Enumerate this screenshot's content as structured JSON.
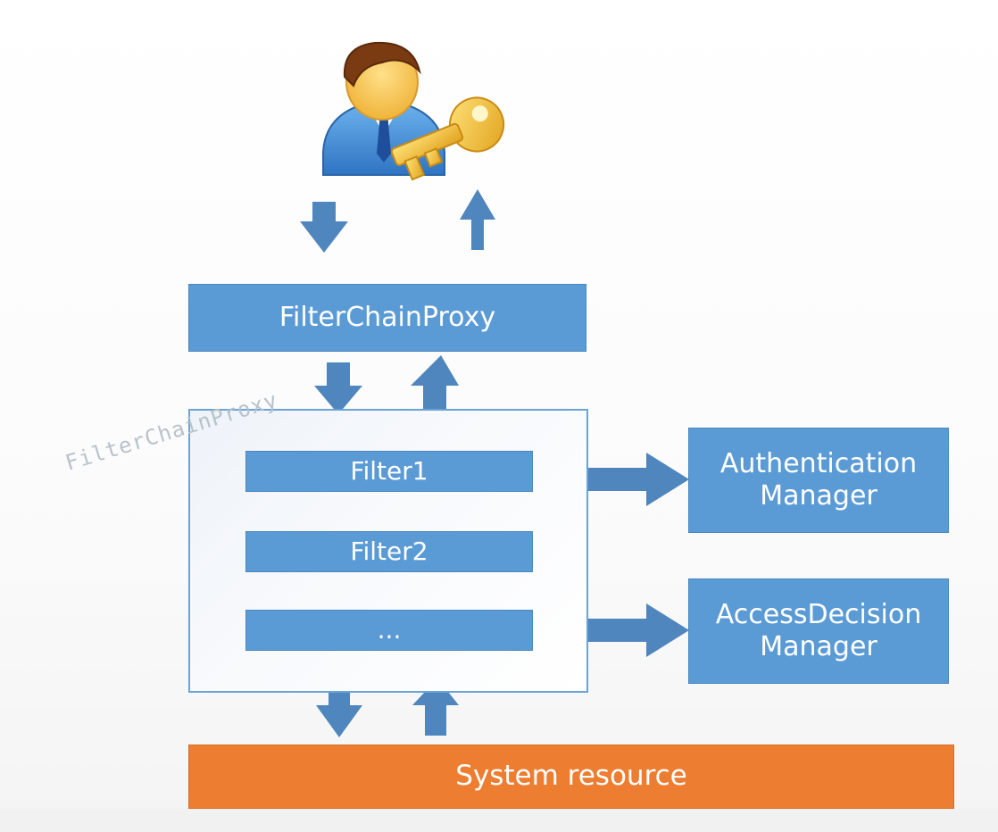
{
  "diagram": {
    "proxy_label": "FilterChainProxy",
    "watermark_label": "FilterChainProxy",
    "filters": [
      "Filter1",
      "Filter2",
      "..."
    ],
    "authentication_manager_label": "Authentication\nManager",
    "access_decision_manager_label": "AccessDecision\nManager",
    "system_resource_label": "System resource"
  },
  "icons": {
    "user": "user-with-key-icon"
  },
  "colors": {
    "box_blue": "#5b9bd5",
    "arrow_blue": "#4f86bd",
    "resource_orange": "#ed7d31",
    "container_border": "#6aa3d6"
  }
}
